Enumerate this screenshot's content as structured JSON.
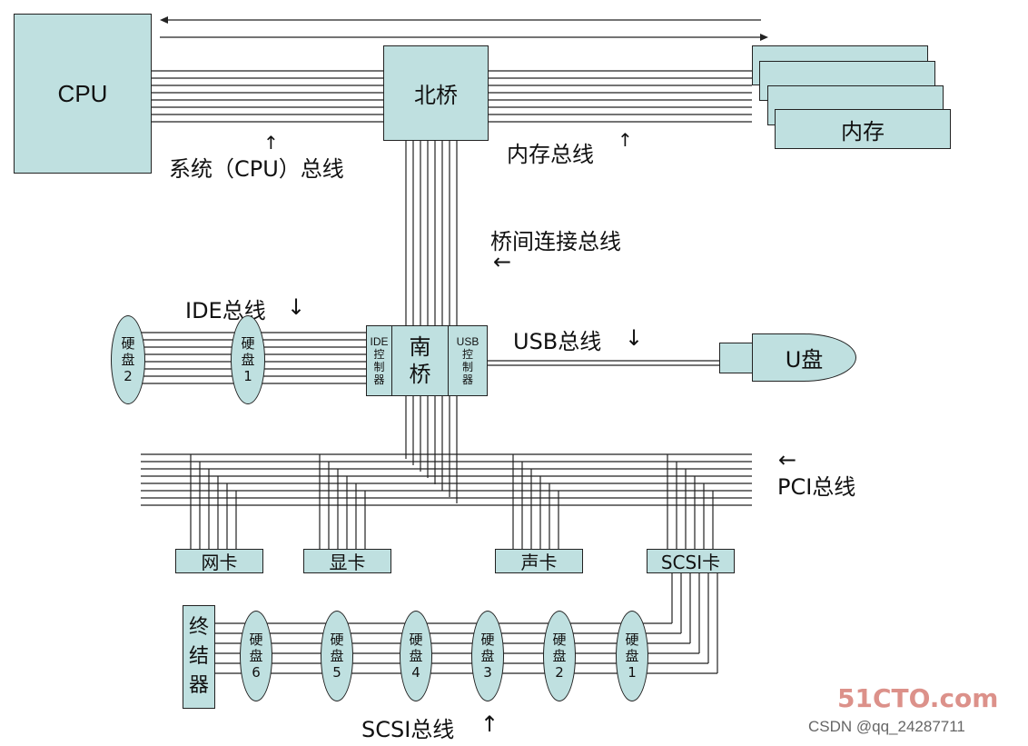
{
  "labels": {
    "cpu": "CPU",
    "northbridge": "北桥",
    "memory": "内存",
    "system_bus": "系统（CPU）总线",
    "memory_bus": "内存总线",
    "bridge_bus": "桥间连接总线",
    "ide_bus": "IDE总线",
    "ide_controller": [
      "IDE",
      "控",
      "制",
      "器"
    ],
    "southbridge": [
      "南",
      "桥"
    ],
    "usb_controller": [
      "USB",
      "控",
      "制",
      "器"
    ],
    "usb_bus": "USB总线",
    "udisk": "U盘",
    "ide_disk_2": [
      "硬",
      "盘",
      "2"
    ],
    "ide_disk_1": [
      "硬",
      "盘",
      "1"
    ],
    "pci_bus": "PCI总线",
    "nic": "网卡",
    "gpu": "显卡",
    "sound": "声卡",
    "scsi_card": "SCSI卡",
    "terminator": [
      "终",
      "结",
      "器"
    ],
    "scsi_disks": [
      [
        "硬",
        "盘",
        "6"
      ],
      [
        "硬",
        "盘",
        "5"
      ],
      [
        "硬",
        "盘",
        "4"
      ],
      [
        "硬",
        "盘",
        "3"
      ],
      [
        "硬",
        "盘",
        "2"
      ],
      [
        "硬",
        "盘",
        "1"
      ]
    ],
    "scsi_bus": "SCSI总线"
  },
  "arrows": {
    "system_bus": "↑",
    "memory_bus": "↑",
    "bridge_bus": "←",
    "ide_bus": "↓",
    "usb_bus": "↓",
    "pci_bus": "←",
    "scsi_bus": "↑",
    "top_left": "←",
    "top_right": "→"
  },
  "watermark": {
    "logo": "51CTO.com",
    "credit": "CSDN @qq_24287711"
  },
  "colors": {
    "box_fill": "#bfe0e0",
    "line": "#222222",
    "logo": "#c0392b"
  }
}
